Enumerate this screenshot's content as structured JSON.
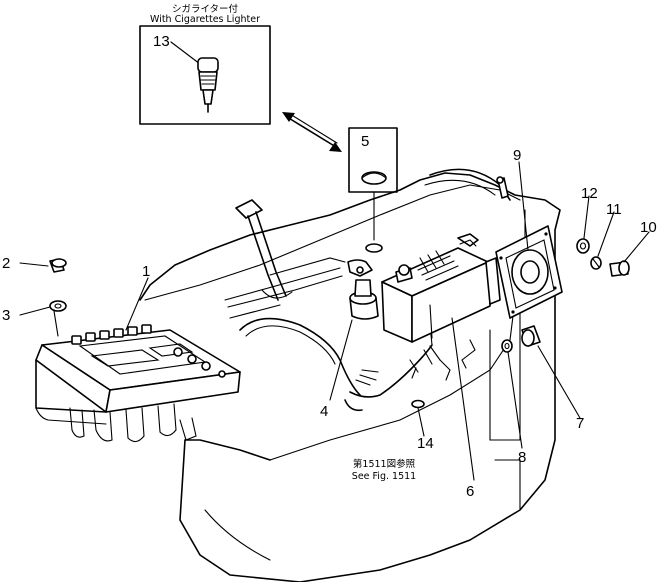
{
  "inset": {
    "caption_jp": "シガライター付",
    "caption_en": "With Cigarettes Lighter",
    "part_number": "13"
  },
  "reference_note": {
    "jp": "第1511図参照",
    "en": "See Fig. 1511"
  },
  "part_labels": {
    "p1": "1",
    "p2": "2",
    "p3": "3",
    "p4": "4",
    "p5": "5",
    "p6": "6",
    "p7": "7",
    "p8": "8",
    "p9": "9",
    "p10": "10",
    "p11": "11",
    "p12": "12",
    "p14": "14"
  }
}
